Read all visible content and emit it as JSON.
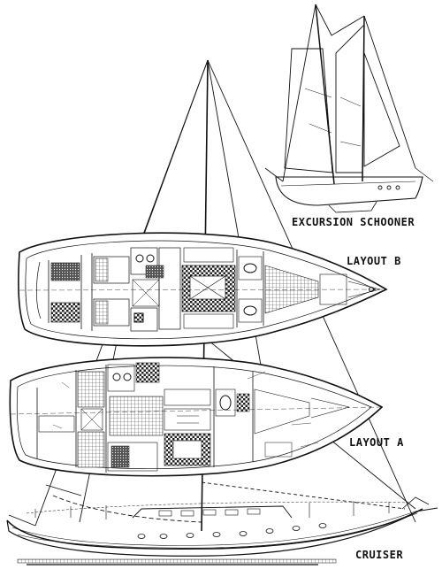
{
  "captions": {
    "schooner": "EXCURSION SCHOONER",
    "layout_b": "LAYOUT B",
    "layout_a": "LAYOUT A",
    "cruiser": "CRUISER"
  },
  "colors": {
    "ink": "#111111",
    "paper": "#ffffff",
    "hatch": "#333333"
  }
}
